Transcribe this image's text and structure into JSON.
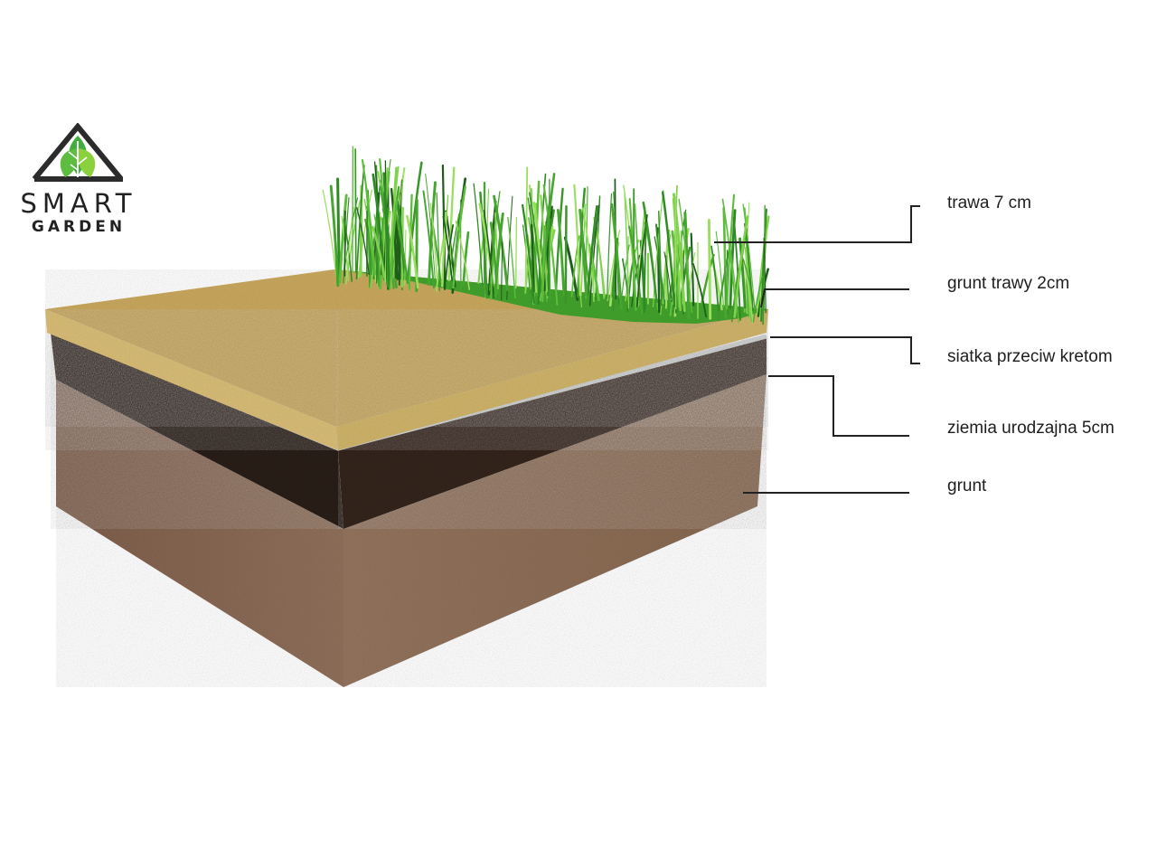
{
  "logo": {
    "line1": "SMART",
    "line2": "GARDEN",
    "icon": "mountain-leaf-icon",
    "colors": {
      "dark": "#2b2b2b",
      "green": "#3fae3a",
      "light_green": "#8bd13e"
    }
  },
  "layers": [
    {
      "id": "grass",
      "label": "trawa 7 cm",
      "color": "#6fc43a"
    },
    {
      "id": "grass-soil",
      "label": "grunt trawy 2cm",
      "color": "#d6b86e"
    },
    {
      "id": "mole-mesh",
      "label": "siatka przeciw kretom",
      "color": "#c8cbcc"
    },
    {
      "id": "topsoil",
      "label": "ziemia urodzajna 5cm",
      "color": "#2a1d16"
    },
    {
      "id": "ground",
      "label": "grunt",
      "color": "#8a6a55"
    }
  ]
}
